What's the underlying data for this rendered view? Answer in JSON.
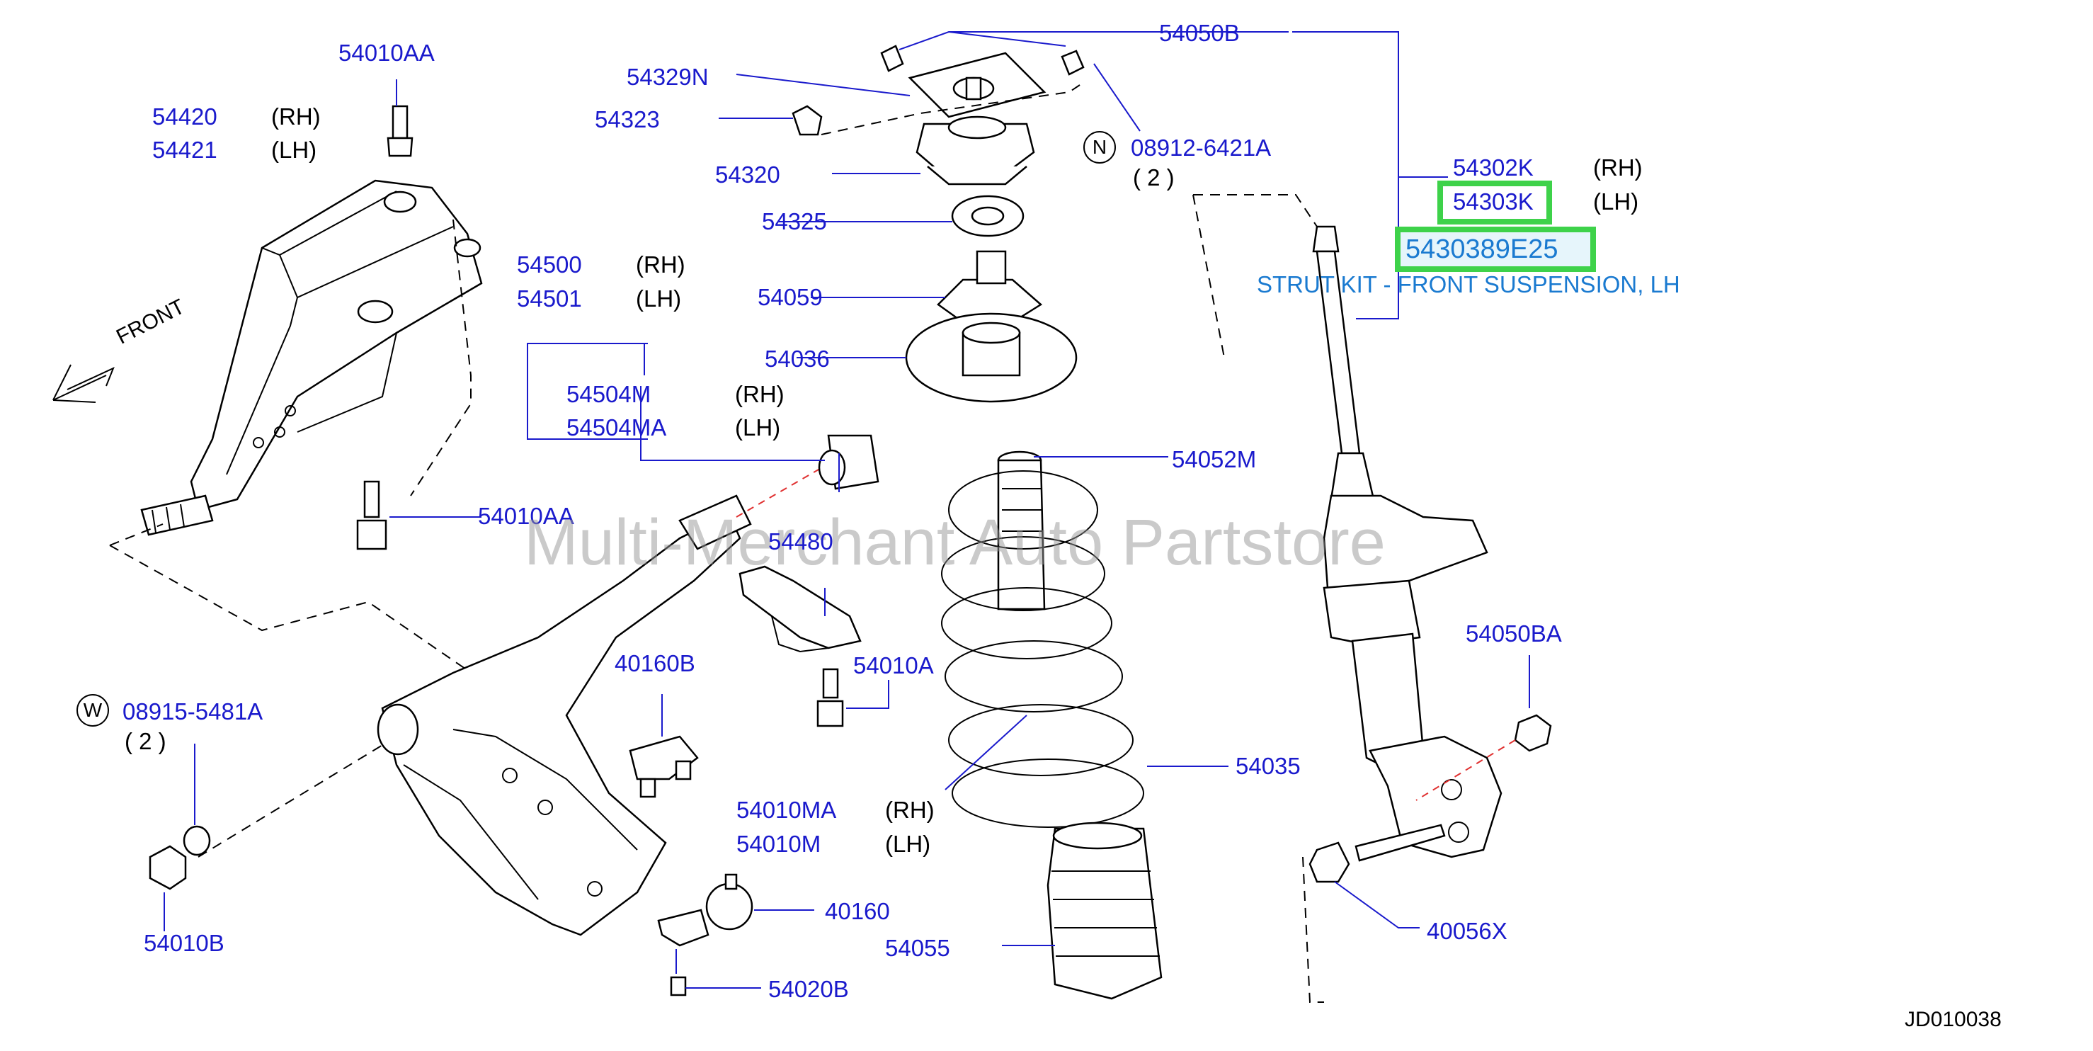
{
  "diagram": {
    "labels": {
      "p54010AA_top": "54010AA",
      "p54420": "54420",
      "p54421": "54421",
      "p54329N": "54329N",
      "p54323": "54323",
      "p54320": "54320",
      "p54325": "54325",
      "p54059": "54059",
      "p54036": "54036",
      "p54050B": "54050B",
      "p08912": "08912-6421A",
      "p54302K": "54302K",
      "p54303K": "54303K",
      "p5430389E25": "5430389E25",
      "p54500": "54500",
      "p54501": "54501",
      "p54504M": "54504M",
      "p54504MA": "54504MA",
      "p54052M": "54052M",
      "p54010AA_mid": "54010AA",
      "p54480": "54480",
      "p40160B": "40160B",
      "p54010A": "54010A",
      "p08915": "08915-5481A",
      "p54050BA": "54050BA",
      "p54035": "54035",
      "p54010MA": "54010MA",
      "p54010M": "54010M",
      "p54010B": "54010B",
      "p40160": "40160",
      "p54055": "54055",
      "p54020B": "54020B",
      "p40056X": "40056X"
    },
    "sides": {
      "rh": "(RH)",
      "lh": "(LH)"
    },
    "qty": {
      "q08912": "( 2 )",
      "q08915": "( 2 )"
    },
    "circled": {
      "n": "N",
      "w": "W"
    },
    "front_arrow": "FRONT",
    "description": "STRUT KIT - FRONT SUSPENSION, LH",
    "watermark": "Multi-Merchant Auto Partstore",
    "diagram_code": "JD010038",
    "highlight_color": "#3ed24a",
    "label_color": "#1a1acc",
    "description_color": "#1a7ad0"
  }
}
